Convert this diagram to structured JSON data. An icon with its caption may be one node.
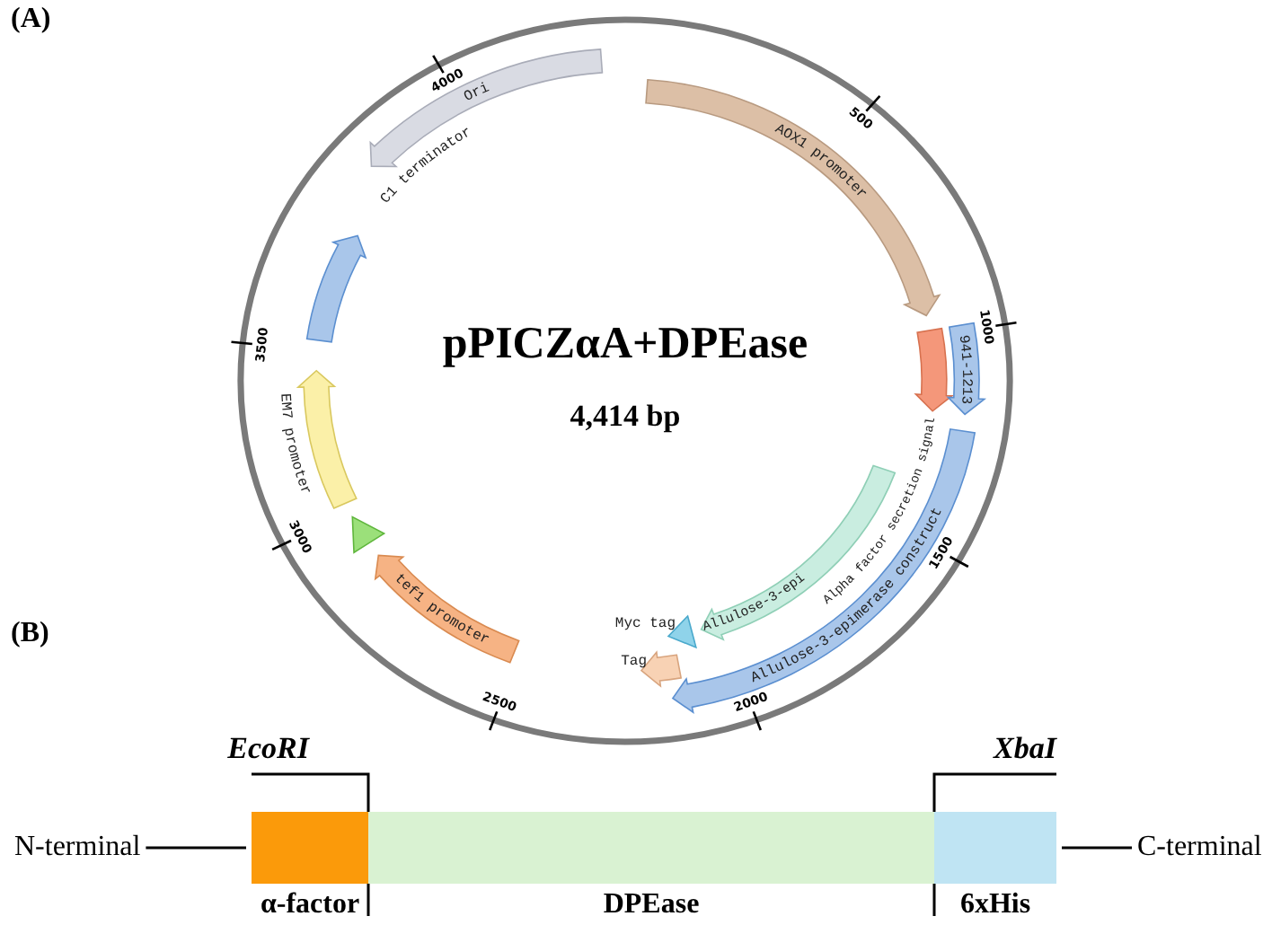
{
  "diagram": {
    "nodes": [
      {
        "text": [
          "AOX1 promoter"
        ]
      },
      {
        "text": [],
        "shape": "arrow"
      },
      {
        "text": [
          "941-1213"
        ]
      },
      {
        "text": [
          "Allulose-3-epimerase construct"
        ]
      },
      {
        "text": [
          "Allulose-3-epi"
        ]
      },
      {
        "text": [],
        "shape": "triangle"
      },
      {
        "text": [],
        "shape": "arrow"
      },
      {
        "text": [
          "tef1 promoter"
        ]
      },
      {
        "text": [],
        "shape": "triangle"
      },
      {
        "text": [],
        "shape": "arrow"
      },
      {
        "text": [],
        "shape": "arrow"
      },
      {
        "text": [
          "Ori"
        ]
      },
      {
        "text": [
          "N-terminal"
        ]
      },
      {
        "text": [
          "α-factor"
        ]
      },
      {
        "text": [
          "DPEase"
        ]
      },
      {
        "text": [
          "6xHis"
        ]
      },
      {
        "text": [
          "C-terminal"
        ]
      }
    ],
    "edges": [
      {
        "from": 12,
        "to": 13,
        "arrow": "none"
      },
      {
        "from": 15,
        "to": 16,
        "arrow": "none"
      }
    ],
    "labels": [
      "(A)",
      "4000",
      "500",
      "1000",
      "1500",
      "2000",
      "2500",
      "3000",
      "3500",
      "pPICZαA+DPEase",
      "4,414 bp",
      "(B)",
      "EcoRI",
      "XbaI",
      "Alpha factor secretion signal",
      "Myc tag",
      "Tag",
      "EM7 promoter",
      "C1 terminator"
    ]
  }
}
